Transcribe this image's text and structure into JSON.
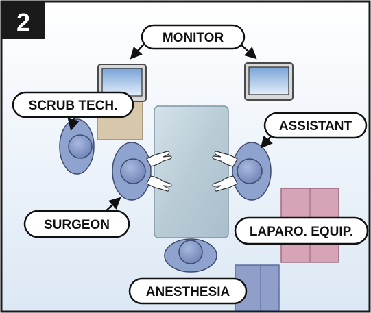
{
  "panel": {
    "number": "2",
    "background": "#e9f1fa",
    "border": "#1a1a1a"
  },
  "labels": {
    "monitor": "MONITOR",
    "scrub_tech": "SCRUB TECH.",
    "assistant": "ASSISTANT",
    "surgeon": "SURGEON",
    "laparo_equip": "LAPARO. EQUIP.",
    "anesthesia": "ANESTHESIA"
  },
  "colors": {
    "person": "#8fa3cf",
    "person_dark": "#5c6f9e",
    "table": "#c3d3dc",
    "scrub_cart": "#d7c7ab",
    "laparo_cart": "#d6a4b6",
    "anesthesia_cart": "#8f9fc9",
    "monitor_screen": "#b6cde9",
    "monitor_frame": "#4a4a4a"
  },
  "icons": {
    "people": "person-topview-icon",
    "monitor": "monitor-icon",
    "arrow": "pointer-arrow-icon"
  }
}
